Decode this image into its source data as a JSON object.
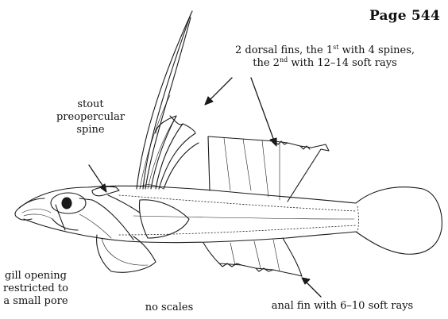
{
  "page": {
    "number": "Page 544"
  },
  "annotations": {
    "dorsal_line1": "2 dorsal fins, the 1",
    "dorsal_sup1": "st",
    "dorsal_line1_end": " with 4 spines,",
    "dorsal_line2_start": "the 2",
    "dorsal_sup2": "nd",
    "dorsal_line2_end": " with 12–14 soft rays",
    "spine_line1": "stout",
    "spine_line2": "preopercular",
    "spine_line3": "spine",
    "gill_line1": "gill opening",
    "gill_line2": "restricted to",
    "gill_line3": "a small pore",
    "scales": "no scales",
    "anal": "anal fin with 6–10 soft rays"
  }
}
